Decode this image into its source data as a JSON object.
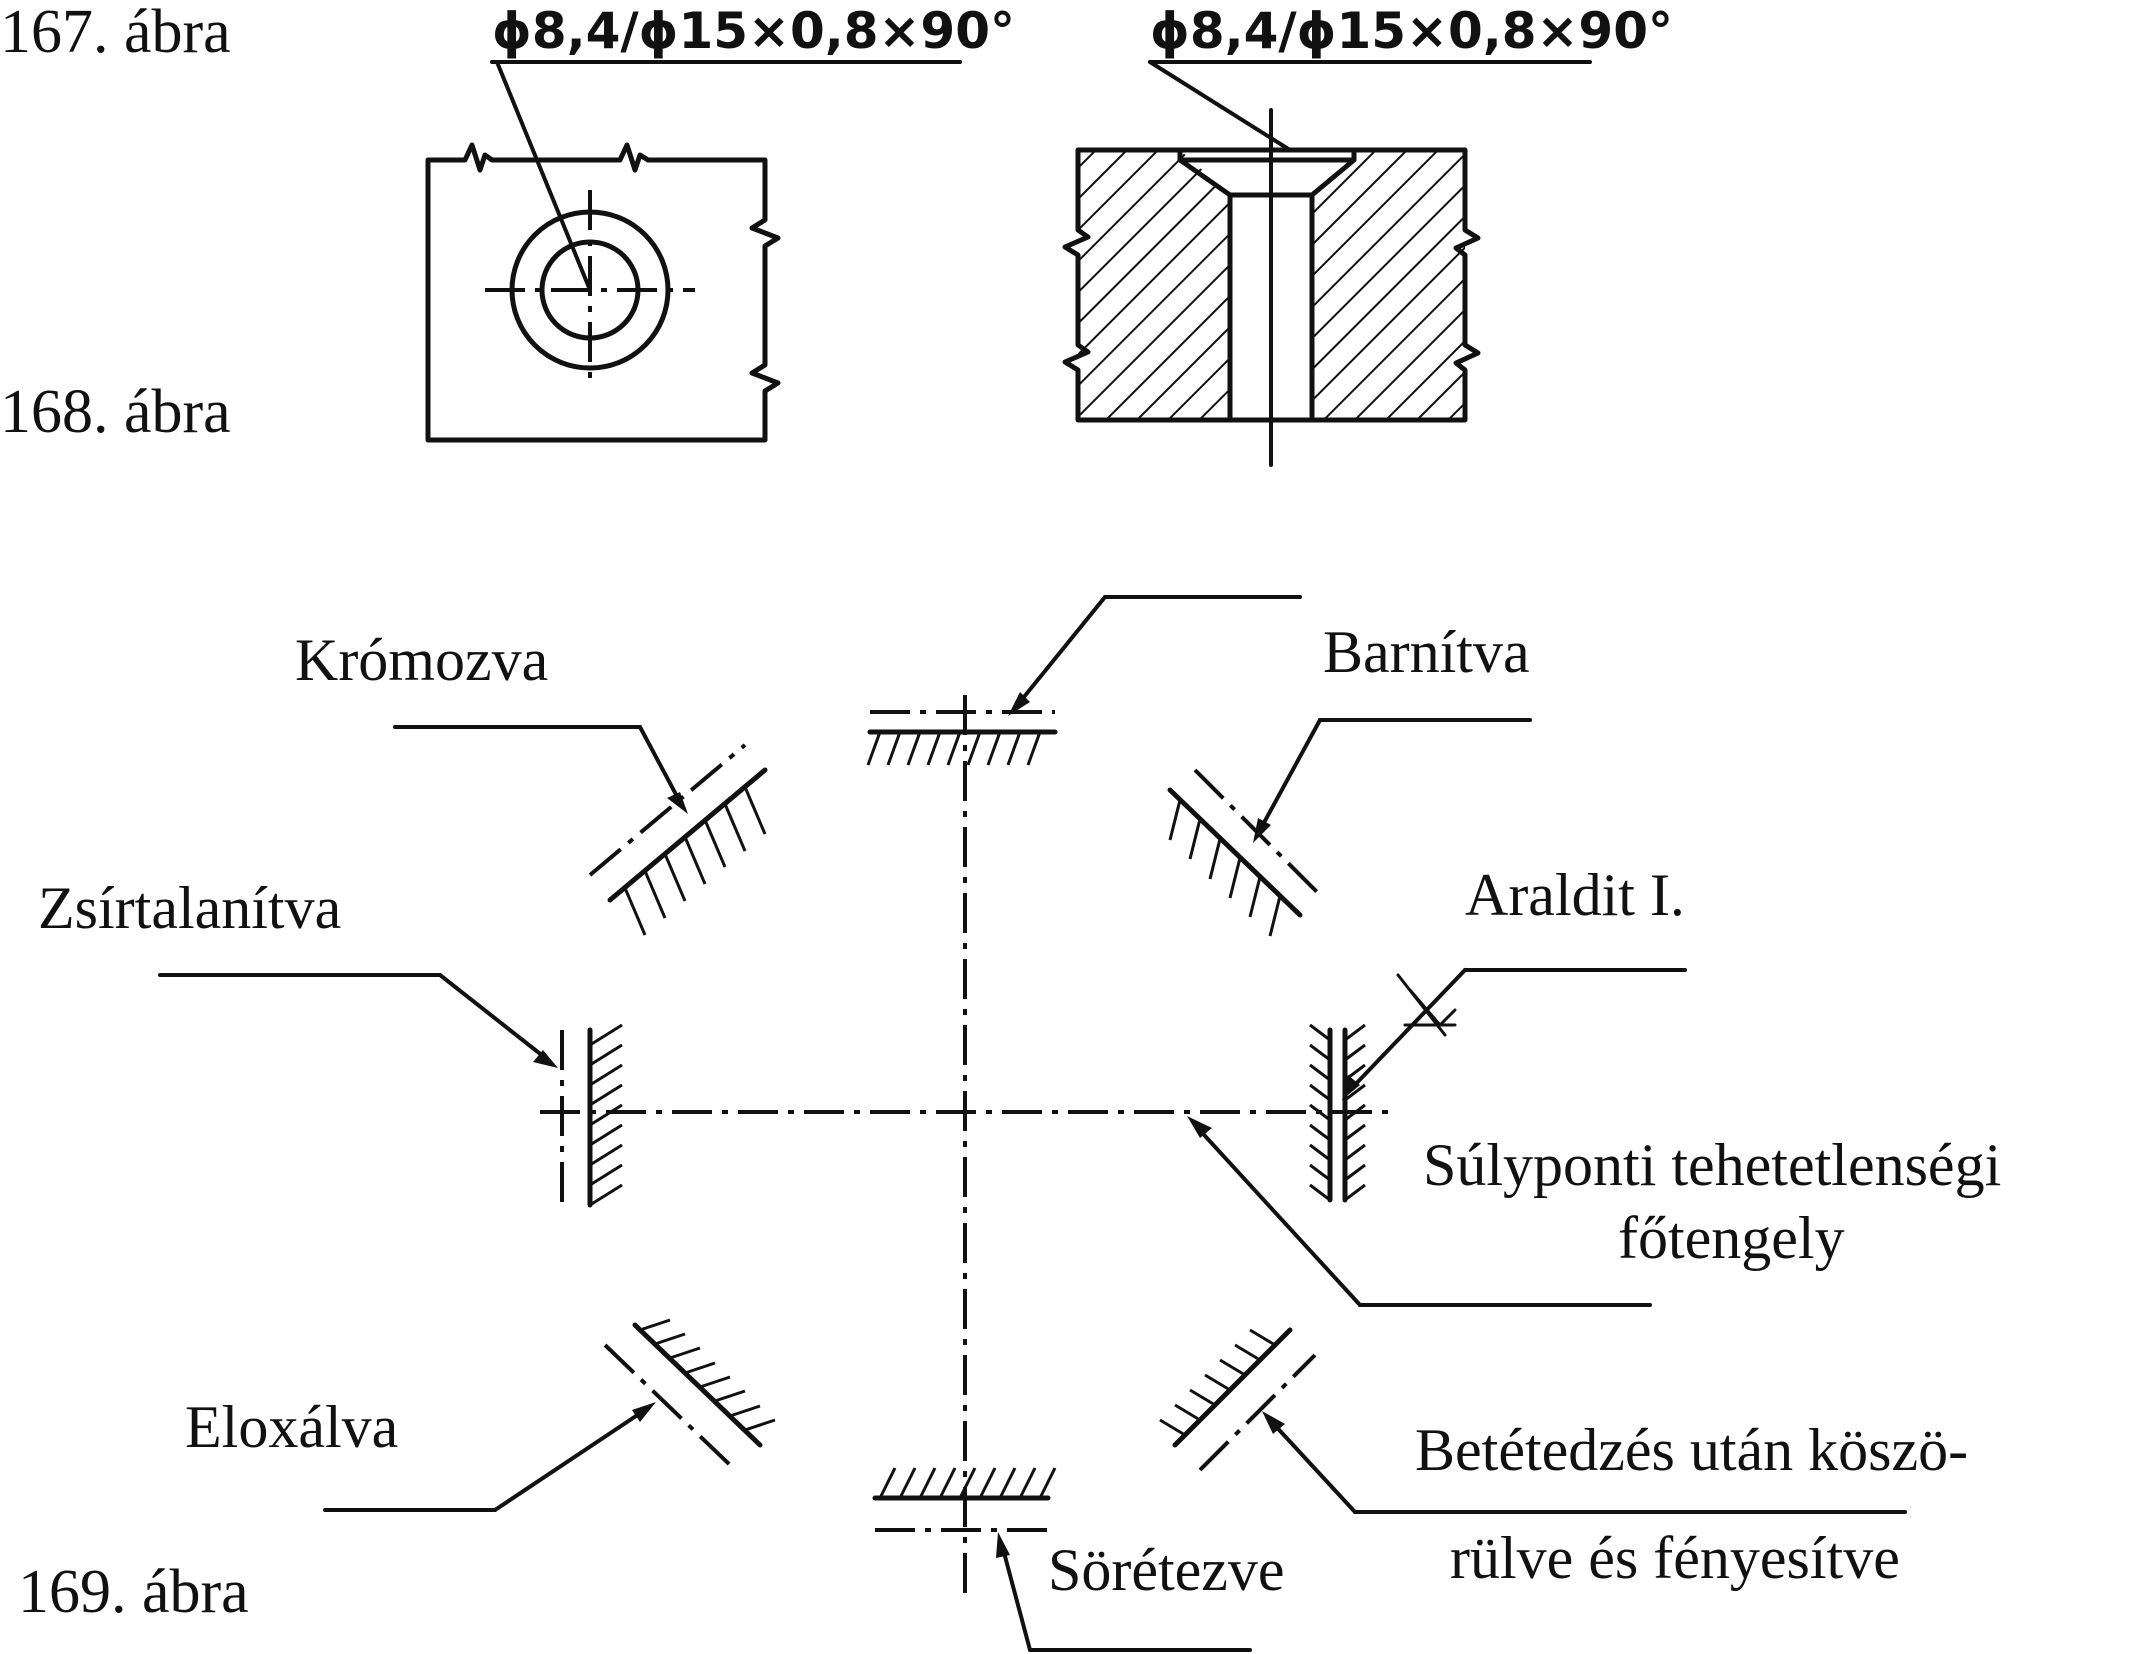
{
  "figures": {
    "fig167_label": "167. ábra",
    "fig168_label": "168. ábra",
    "fig169_label": "169. ábra"
  },
  "dimensions": {
    "left_callout": "ϕ8,4/ϕ15×0,8×90°",
    "right_callout": "ϕ8,4/ϕ15×0,8×90°"
  },
  "labels": {
    "chromed": "Krómozva",
    "browned": "Barnítva",
    "degreased": "Zsírtalanítva",
    "araldit": "Araldit I.",
    "axis_line1": "Súlyponti tehetetlenségi",
    "axis_line2": "főtengely",
    "anodized": "Eloxálva",
    "ground_line1": "Betétedzés után köszö-",
    "ground_line2": "rülve és fényesítve",
    "shot_peened": "Sörétezve"
  },
  "colors": {
    "ink": "#111111",
    "paper": "#ffffff"
  }
}
